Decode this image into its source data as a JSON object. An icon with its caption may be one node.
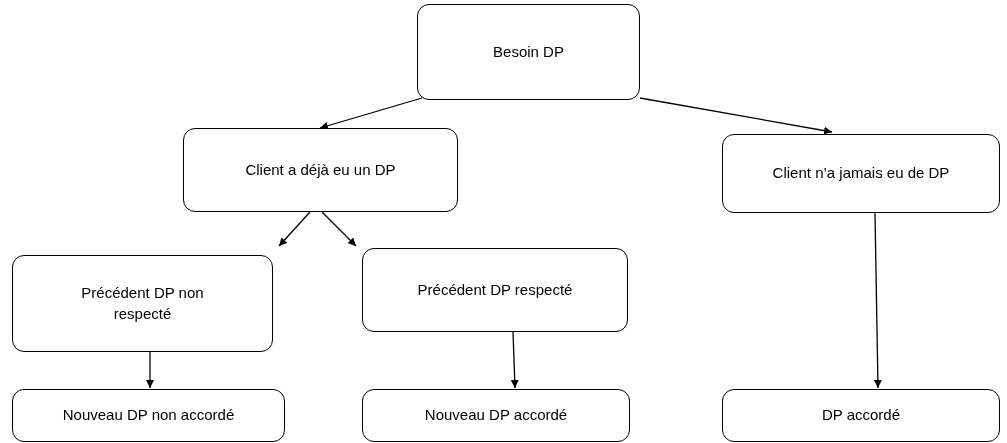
{
  "diagram": {
    "nodes": [
      {
        "text": [
          "Besoin DP"
        ]
      },
      {
        "text": [
          "Client a déjà eu un DP"
        ]
      },
      {
        "text": [
          "Client n’a jamais eu de DP"
        ]
      },
      {
        "text": [
          "Précédent DP non respecté"
        ]
      },
      {
        "text": [
          "Précédent DP respecté"
        ]
      },
      {
        "text": [
          "Nouveau DP non accordé"
        ]
      },
      {
        "text": [
          "Nouveau DP accordé"
        ]
      },
      {
        "text": [
          "DP accordé"
        ]
      }
    ],
    "edges": [
      {
        "from": 0,
        "to": 1,
        "arrow": "to"
      },
      {
        "from": 0,
        "to": 2,
        "arrow": "to"
      },
      {
        "from": 1,
        "to": 3,
        "arrow": "to"
      },
      {
        "from": 1,
        "to": 4,
        "arrow": "to"
      },
      {
        "from": 3,
        "to": 5,
        "arrow": "to"
      },
      {
        "from": 4,
        "to": 6,
        "arrow": "to"
      },
      {
        "from": 2,
        "to": 7,
        "arrow": "to"
      }
    ]
  }
}
